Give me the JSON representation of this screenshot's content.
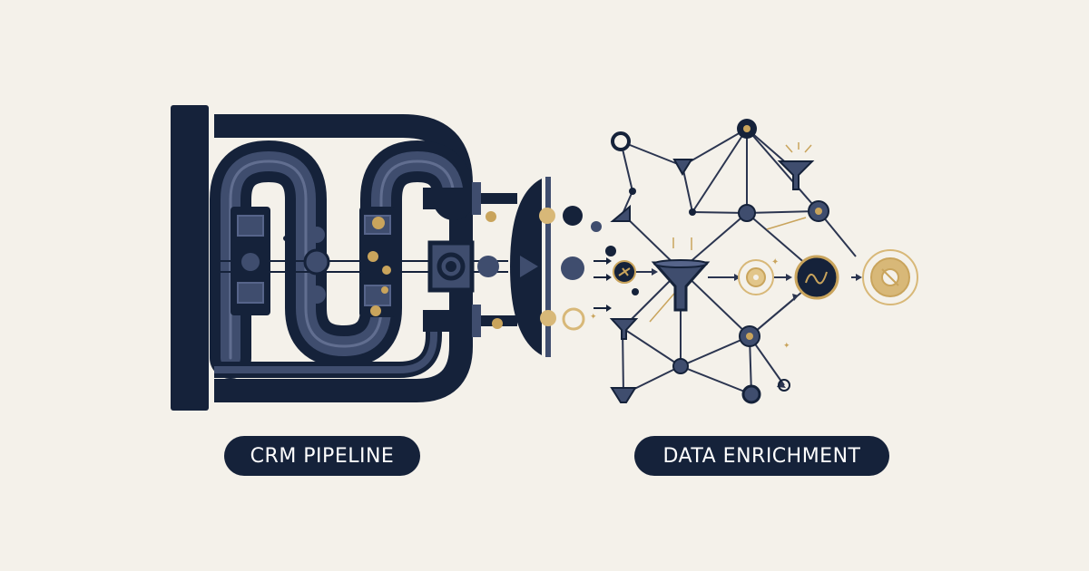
{
  "labels": {
    "left": "CRM PIPELINE",
    "right": "DATA ENRICHMENT"
  },
  "colors": {
    "background": "#f4f1ea",
    "navy": "#15223a",
    "slate": "#3f4d6e",
    "slate_light": "#56648a",
    "gold": "#c9a45c",
    "gold_light": "#e2c68a",
    "line": "#2b3550"
  },
  "icons": {
    "left_group": "pipe-machine",
    "right_group": "node-network",
    "filters": "funnel-icon",
    "target": "target-icon"
  }
}
